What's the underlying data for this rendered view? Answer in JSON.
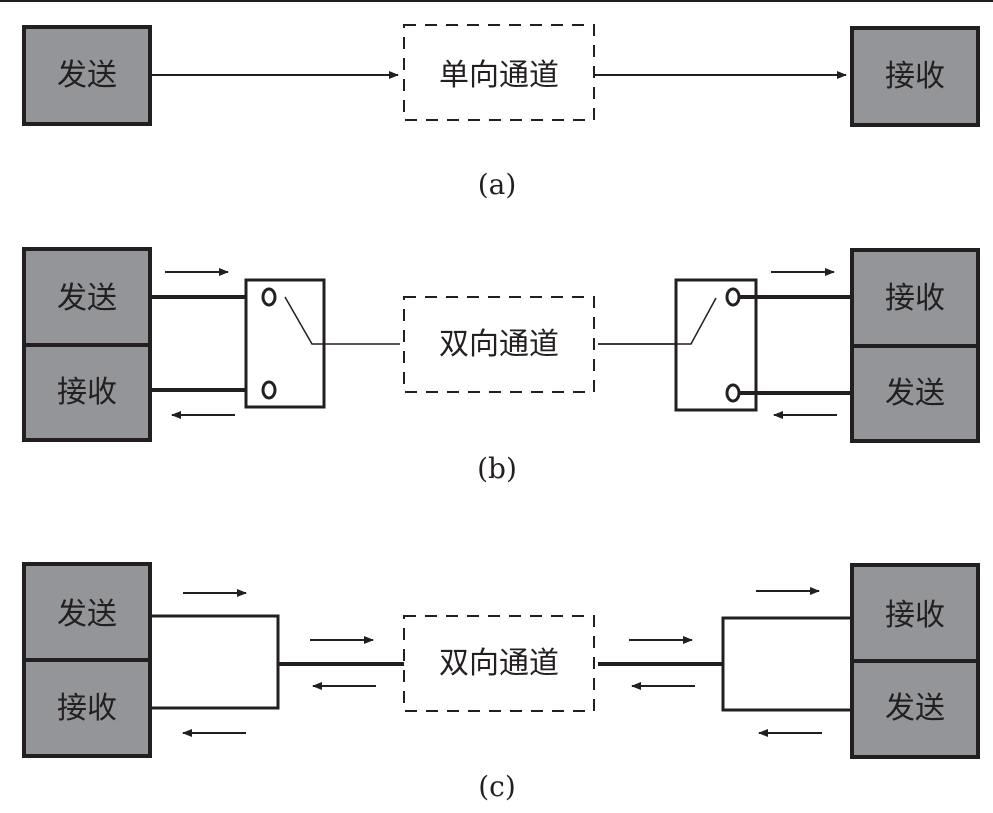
{
  "colors": {
    "box_fill": "#939598",
    "line": "#231f20",
    "background": "#ffffff"
  },
  "diagram_a": {
    "caption": "(a)",
    "sender": "发送",
    "receiver": "接收",
    "channel": "单向通道"
  },
  "diagram_b": {
    "caption": "(b)",
    "left_top": "发送",
    "left_bottom": "接收",
    "right_top": "接收",
    "right_bottom": "发送",
    "channel": "双向通道"
  },
  "diagram_c": {
    "caption": "(c)",
    "left_top": "发送",
    "left_bottom": "接收",
    "right_top": "接收",
    "right_bottom": "发送",
    "channel": "双向通道"
  }
}
